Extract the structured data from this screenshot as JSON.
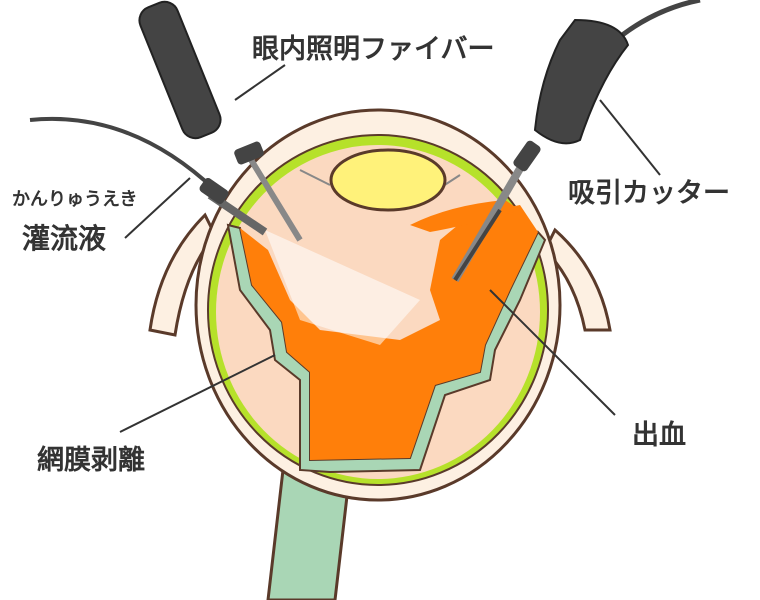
{
  "labels": {
    "light_fiber": "眼内照明ファイバー",
    "cutter": "吸引カッター",
    "infusion_reading": "かんりゅうえき",
    "infusion": "灌流液",
    "detachment": "網膜剥離",
    "hemorrhage": "出血"
  },
  "colors": {
    "sclera": "#fdf0e2",
    "outline": "#5a3a2a",
    "choroid": "#b6e12a",
    "retina": "#a9d6b5",
    "vitreous": "#fbd9c0",
    "blood": "#ff7f0a",
    "lens": "#fff27a",
    "instrument": "#444444"
  }
}
